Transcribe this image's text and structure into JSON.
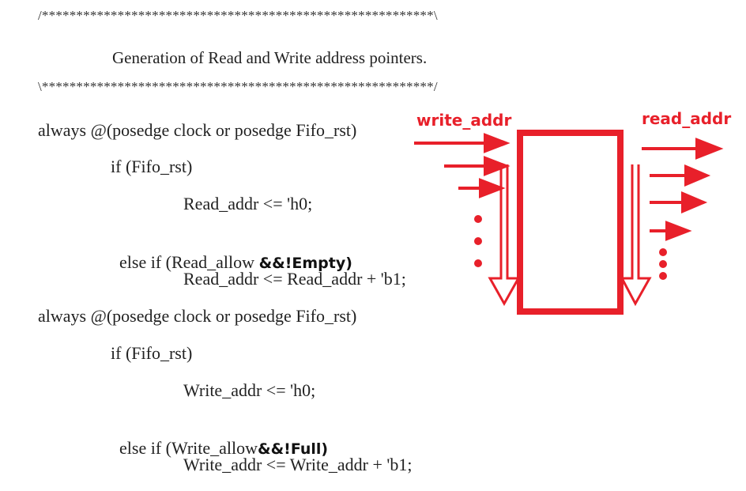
{
  "comment": {
    "top_border": "/*********************************************************\\",
    "text": "Generation of Read and Write address pointers.",
    "bottom_border": "\\*********************************************************/"
  },
  "code": {
    "always1": "always @(posedge clock or posedge Fifo_rst)",
    "if1": "if (Fifo_rst)",
    "read_reset": "Read_addr <= 'h0;",
    "else_if1_prefix": "else if (Read_allow ",
    "else_if1_anno": "&&!Empty)",
    "read_inc": "Read_addr <= Read_addr + 'b1;",
    "always2": "always @(posedge clock or posedge Fifo_rst)",
    "if2": "if (Fifo_rst)",
    "write_reset": "Write_addr <= 'h0;",
    "else_if2_prefix": "else if (Write_allow",
    "else_if2_anno": "&&!Full)",
    "write_inc": "Write_addr <= Write_addr + 'b1;"
  },
  "diagram": {
    "write_label": "write_addr",
    "read_label": "read_addr",
    "accent_color": "#e8202a"
  }
}
